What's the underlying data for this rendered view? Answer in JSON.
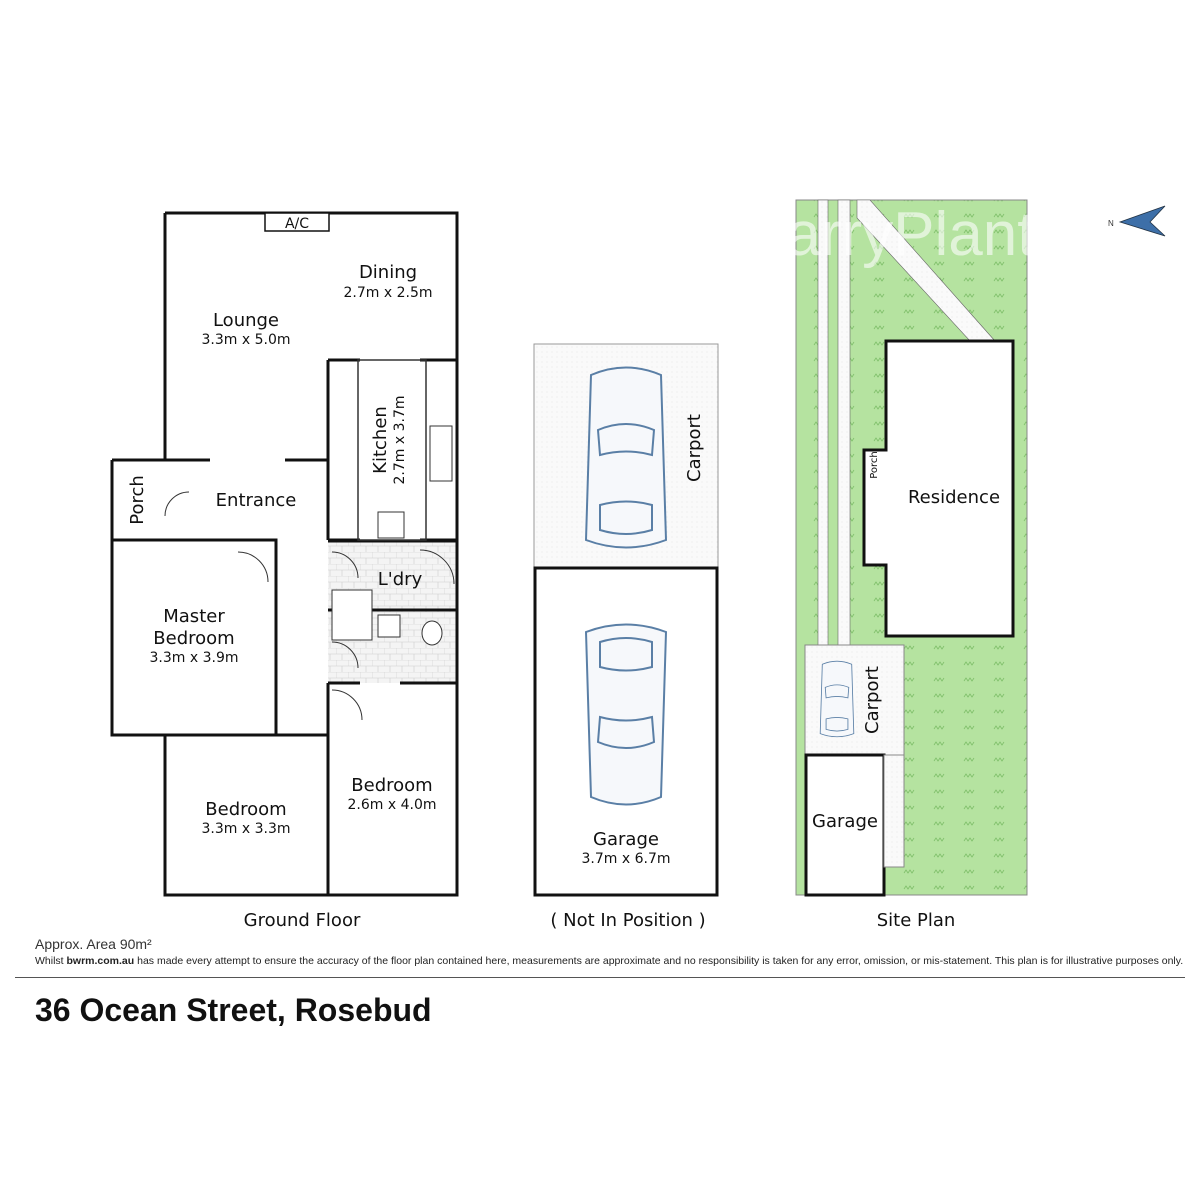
{
  "plan": {
    "ground_floor": {
      "caption": "Ground Floor",
      "rooms": {
        "ac": "A/C",
        "dining": {
          "name": "Dining",
          "dims": "2.7m x 2.5m"
        },
        "lounge": {
          "name": "Lounge",
          "dims": "3.3m x 5.0m"
        },
        "kitchen": {
          "name": "Kitchen",
          "dims": "2.7m x 3.7m"
        },
        "porch": "Porch",
        "entrance": "Entrance",
        "laundry": "L'dry",
        "master": {
          "name1": "Master",
          "name2": "Bedroom",
          "dims": "3.3m x 3.9m"
        },
        "bedroom1": {
          "name": "Bedroom",
          "dims": "3.3m x 3.3m"
        },
        "bedroom2": {
          "name": "Bedroom",
          "dims": "2.6m x 4.0m"
        }
      }
    },
    "garage_plan": {
      "caption": "( Not In Position )",
      "carport": "Carport",
      "garage": {
        "name": "Garage",
        "dims": "3.7m x 6.7m"
      }
    },
    "site_plan": {
      "caption": "Site Plan",
      "residence": "Residence",
      "porch": "Porch",
      "carport": "Carport",
      "garage": "Garage",
      "watermark": "BarryPlant",
      "compass": "N",
      "lawn_color": "#b5e3a0",
      "compass_color": "#3d6fa8"
    }
  },
  "footer": {
    "area": "Approx. Area 90m²",
    "disclaimer_pre": "Whilst ",
    "disclaimer_brand": "bwrm.com.au",
    "disclaimer_post": " has made every attempt to ensure the accuracy of the floor plan contained here, measurements are approximate and no responsibility is taken for any error, omission, or mis-statement. This plan is for illustrative purposes only."
  },
  "address": "36 Ocean Street, Rosebud"
}
